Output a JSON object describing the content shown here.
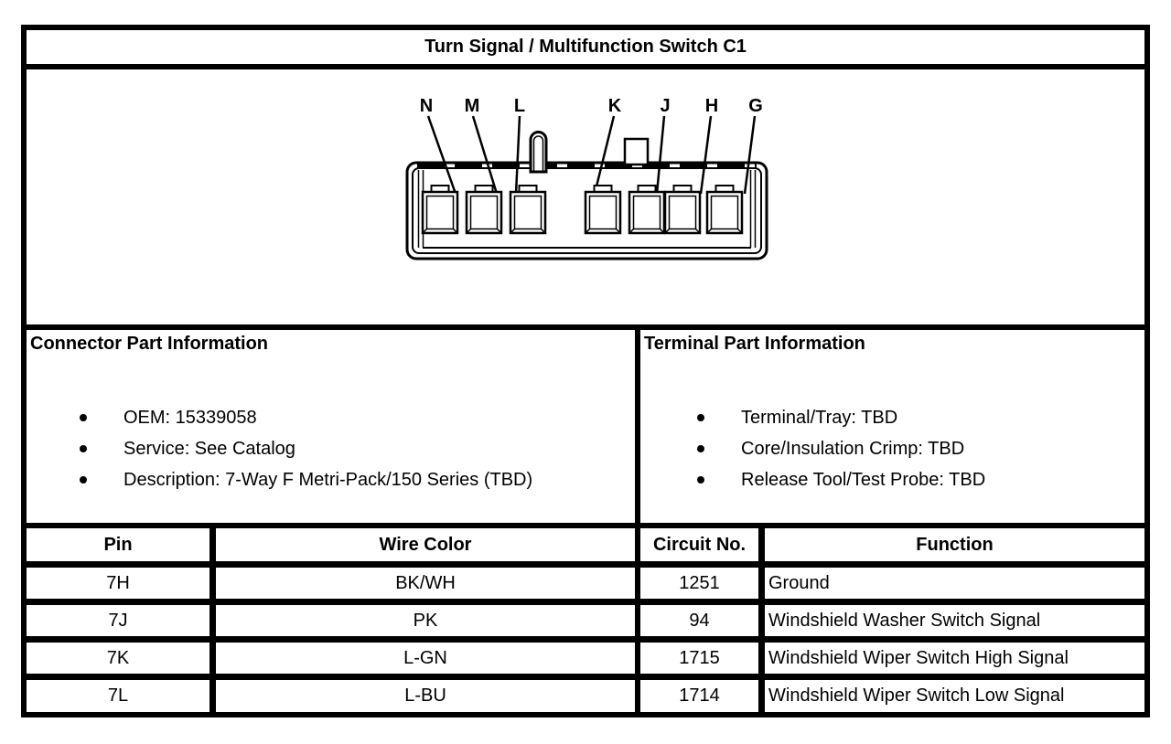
{
  "title": "Turn Signal / Multifunction Switch C1",
  "connector": {
    "pin_labels": [
      "N",
      "M",
      "L",
      "K",
      "J",
      "H",
      "G"
    ]
  },
  "connector_info": {
    "heading": "Connector Part Information",
    "items": [
      "OEM: 15339058",
      "Service: See Catalog",
      "Description: 7-Way F Metri-Pack/150 Series (TBD)"
    ]
  },
  "terminal_info": {
    "heading": "Terminal Part Information",
    "items": [
      "Terminal/Tray: TBD",
      "Core/Insulation Crimp: TBD",
      "Release Tool/Test Probe: TBD"
    ]
  },
  "table": {
    "headers": [
      "Pin",
      "Wire Color",
      "Circuit No.",
      "Function"
    ],
    "rows": [
      {
        "pin": "7H",
        "wire_color": "BK/WH",
        "circuit_no": "1251",
        "function": "Ground"
      },
      {
        "pin": "7J",
        "wire_color": "PK",
        "circuit_no": "94",
        "function": "Windshield Washer Switch Signal"
      },
      {
        "pin": "7K",
        "wire_color": "L-GN",
        "circuit_no": "1715",
        "function": "Windshield Wiper Switch High Signal"
      },
      {
        "pin": "7L",
        "wire_color": "L-BU",
        "circuit_no": "1714",
        "function": "Windshield Wiper Switch Low Signal"
      }
    ]
  },
  "colors": {
    "line": "#000000",
    "background": "#ffffff"
  }
}
